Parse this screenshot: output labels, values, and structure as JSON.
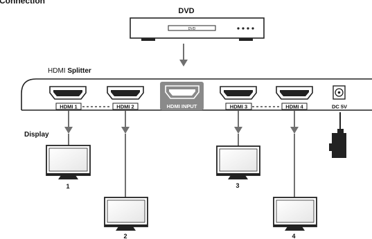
{
  "page_title": "Connection",
  "dvd": {
    "label": "DVD",
    "slot_text": "DVD"
  },
  "splitter": {
    "label_plain": "HDMI",
    "label_bold": "Splitter",
    "ports": [
      {
        "id": "hdmi1",
        "label": "HDMI 1"
      },
      {
        "id": "hdmi2",
        "label": "HDMI 2"
      },
      {
        "id": "input",
        "label": "HDMI INPUT"
      },
      {
        "id": "hdmi3",
        "label": "HDMI 3"
      },
      {
        "id": "hdmi4",
        "label": "HDMI 4"
      }
    ],
    "power_label": "DC 5V"
  },
  "display_label": "Display",
  "displays": [
    "1",
    "2",
    "3",
    "4"
  ],
  "colors": {
    "line": "#222222",
    "arrow": "#707070",
    "input_port": "#8a8a8a"
  }
}
